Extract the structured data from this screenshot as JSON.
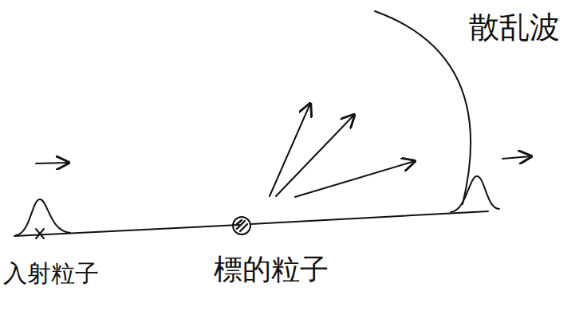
{
  "diagram": {
    "labels": [
      "散乱波",
      "入射粒子",
      "標的粒子"
    ]
  }
}
